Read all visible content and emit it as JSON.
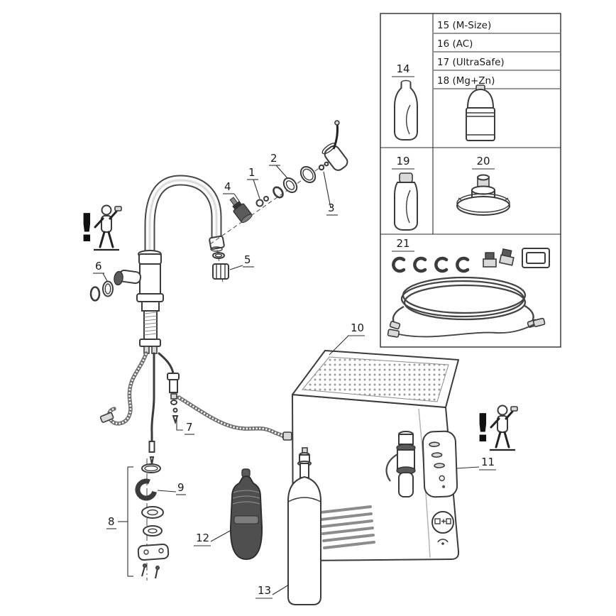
{
  "figure": {
    "kind": "exploded-parts-diagram",
    "warning_mark": "!"
  },
  "callouts": {
    "c1": "1",
    "c2": "2",
    "c3": "3",
    "c4": "4",
    "c5": "5",
    "c6": "6",
    "c7": "7",
    "c8": "8",
    "c9": "9",
    "c10": "10",
    "c11": "11",
    "c12": "12",
    "c13": "13",
    "c14": "14",
    "c19": "19",
    "c20": "20",
    "c21": "21"
  },
  "panel": {
    "filter_variants": [
      "15 (M-Size)",
      "16 (AC)",
      "17 (UltraSafe)",
      "18 (Mg+Zn)"
    ]
  },
  "colors": {
    "line": "#3b3b3b",
    "dark_part": "#5a5a5a",
    "perforation_dot": "#9a9a9a"
  }
}
